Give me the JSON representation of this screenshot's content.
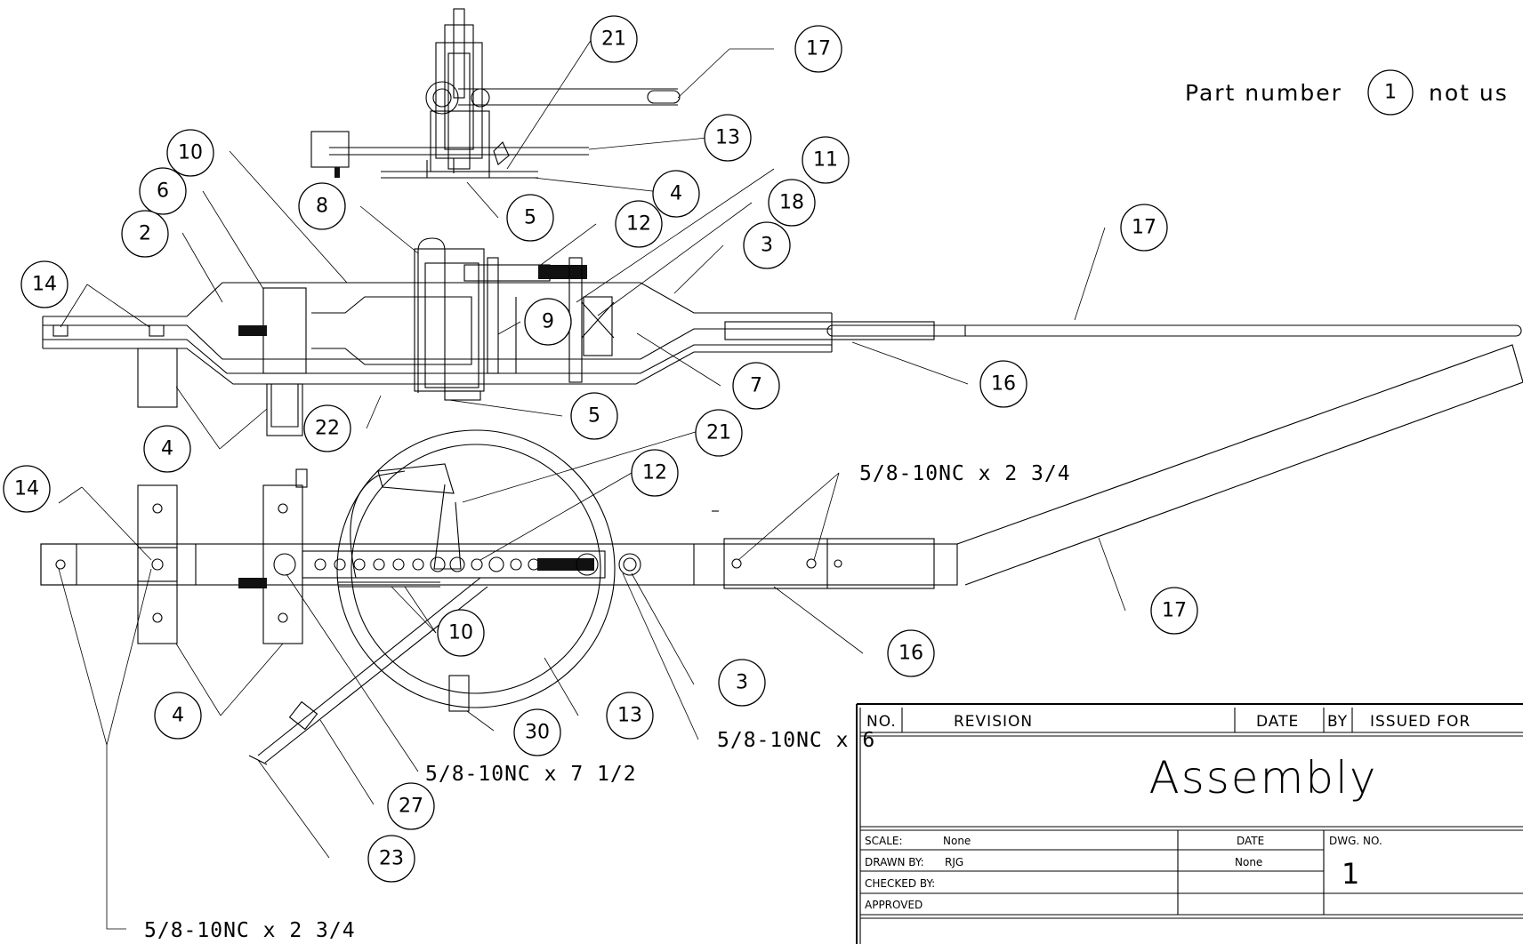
{
  "note": {
    "prefix": "Part number",
    "part": "1",
    "suffix": "not us"
  },
  "top_view_bubbles": [
    "21",
    "17",
    "13",
    "4",
    "5"
  ],
  "side_view_bubbles": [
    "10",
    "6",
    "2",
    "14",
    "8",
    "12",
    "11",
    "18",
    "3",
    "17",
    "9",
    "7",
    "16",
    "5",
    "22",
    "4"
  ],
  "plan_view_bubbles": [
    "21",
    "12",
    "14",
    "10",
    "3",
    "16",
    "17",
    "13",
    "30",
    "4",
    "27",
    "23"
  ],
  "dimensions": {
    "bolt_a": "5/8-10NC x 2 3/4",
    "bolt_b": "5/8-10NC x 6",
    "bolt_c": "5/8-10NC x 7 1/2",
    "bolt_d": "5/8-10NC x 2 3/4"
  },
  "title_block": {
    "rev_header": {
      "no": "NO.",
      "revision": "REVISION",
      "date": "DATE",
      "by": "BY",
      "issued_for": "ISSUED FOR"
    },
    "title": "Assembly",
    "scale_label": "SCALE:",
    "scale_value": "None",
    "date_label": "DATE",
    "date_value": "None",
    "drawn_by_label": "DRAWN BY:",
    "drawn_by_value": "RJG",
    "checked_by_label": "CHECKED BY:",
    "approved_label": "APPROVED",
    "dwg_no_label": "DWG. NO.",
    "dwg_no_value": "1"
  }
}
